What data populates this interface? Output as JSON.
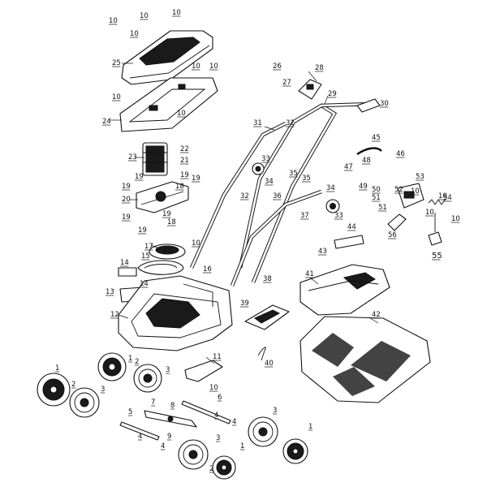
{
  "diagram": {
    "callouts": [
      "10",
      "25",
      "24",
      "23",
      "22",
      "21",
      "20",
      "19",
      "18",
      "17",
      "16",
      "15",
      "14",
      "13",
      "12",
      "11",
      "1",
      "2",
      "3",
      "4",
      "5",
      "6",
      "7",
      "8",
      "9",
      "26",
      "27",
      "28",
      "29",
      "30",
      "31",
      "32",
      "33",
      "34",
      "35",
      "36",
      "37",
      "38",
      "39",
      "40",
      "41",
      "42",
      "43",
      "44",
      "45",
      "46",
      "47",
      "48",
      "49",
      "50",
      "51",
      "52",
      "53",
      "54",
      "55",
      "56"
    ]
  }
}
